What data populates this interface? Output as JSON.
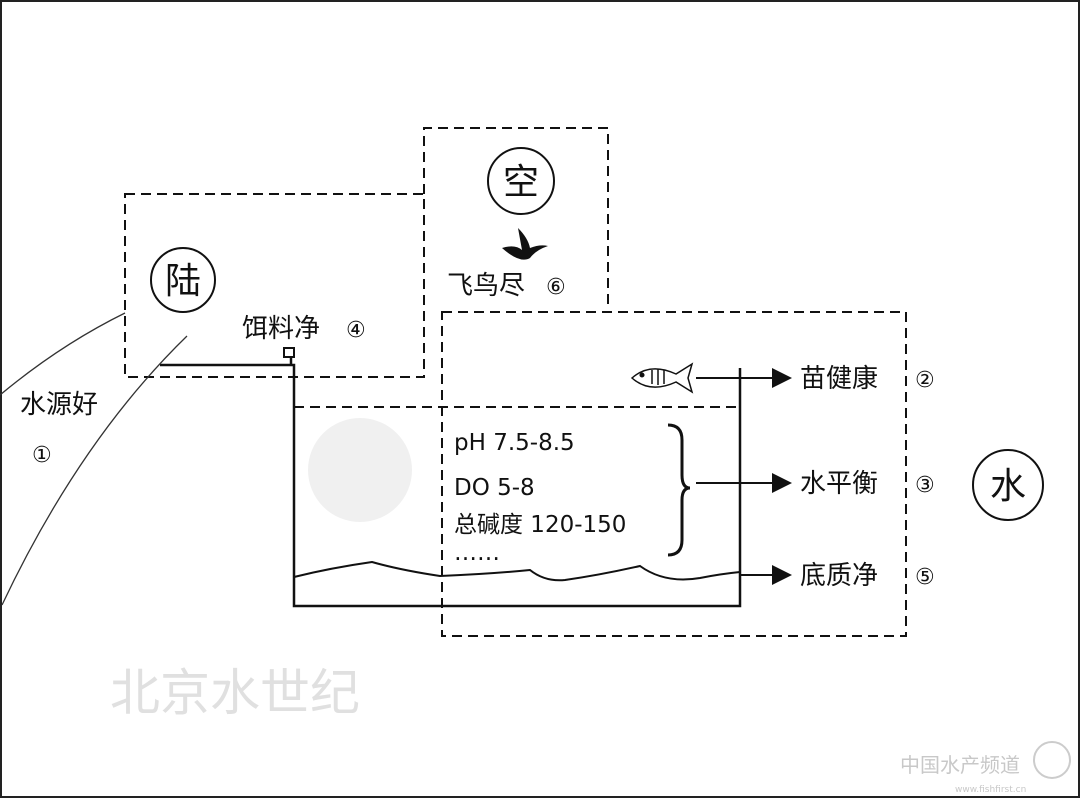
{
  "elements": {
    "land": "陆",
    "sky": "空",
    "water": "水"
  },
  "labels": {
    "water_source": "水源好",
    "water_source_num": "①",
    "feed": "饵料净",
    "feed_num": "④",
    "birds": "飞鸟尽",
    "birds_num": "⑥",
    "seedling": "苗健康",
    "seedling_num": "②",
    "water_balance": "水平衡",
    "water_balance_num": "③",
    "substrate": "底质净",
    "substrate_num": "⑤"
  },
  "parameters": [
    "pH 7.5-8.5",
    "DO 5-8",
    "总碱度 120-150",
    "……"
  ],
  "watermarks": {
    "center": "北京水世纪",
    "corner": "中国水产频道",
    "corner_url": "www.fishfirst.cn"
  },
  "colors": {
    "line": "#111111",
    "watermark": "#d9d9d9"
  }
}
